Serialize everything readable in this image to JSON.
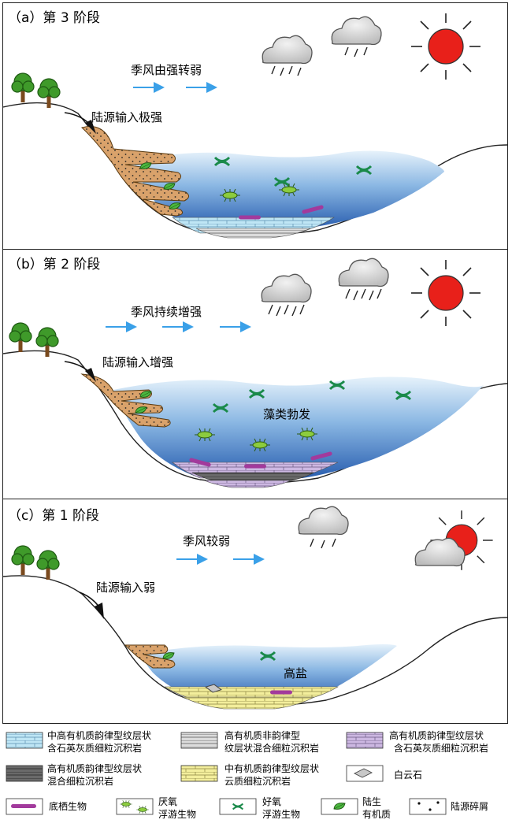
{
  "panels": [
    {
      "title": "（a）第 3 阶段",
      "monsoon": "季风由强转弱",
      "terrestrial": "陆源输入极强",
      "note": ""
    },
    {
      "title": "（b）第 2 阶段",
      "monsoon": "季风持续增强",
      "terrestrial": "陆源输入增强",
      "note": "藻类勃发"
    },
    {
      "title": "（c）第 1 阶段",
      "monsoon": "季风较弱",
      "terrestrial": "陆源输入弱",
      "note": "高盐"
    }
  ],
  "legend": [
    {
      "key": "legend-qtz-calc-rhythmic",
      "label1": "中高有机质韵律型纹层状",
      "label2": "含石英灰质细粒沉积岩",
      "color": "#bfe6f5"
    },
    {
      "key": "legend-mixed-nonrhythmic",
      "label1": "高有机质非韵律型",
      "label2": "纹层状混合细粒沉积岩",
      "color": "#d9d9d9"
    },
    {
      "key": "legend-qtz-calc-high",
      "label1": "高有机质韵律型纹层状",
      "label2": "含石英灰质细粒沉积岩",
      "color": "#c9b3df"
    },
    {
      "key": "legend-mixed-rhythmic",
      "label1": "高有机质韵律型纹层状",
      "label2": "混合细粒沉积岩",
      "color": "#666666"
    },
    {
      "key": "legend-dolomitic",
      "label1": "中有机质韵律型纹层状",
      "label2": "云质细粒沉积岩",
      "color": "#f3ef9e"
    },
    {
      "key": "legend-dolomite",
      "label1": "白云石",
      "label2": "",
      "color": "#bfbfbf"
    },
    {
      "key": "legend-benthic",
      "label1": "底栖生物",
      "label2": "",
      "color": "#a23a9c"
    },
    {
      "key": "legend-anaerobic",
      "label1": "厌氧",
      "label2": "浮游生物",
      "color": "#7fbf3f"
    },
    {
      "key": "legend-aerobic",
      "label1": "好氧",
      "label2": "浮游生物",
      "color": "#1a8a4a"
    },
    {
      "key": "legend-terrestrial-om",
      "label1": "陆生",
      "label2": "有机质",
      "color": "#5cb84a"
    },
    {
      "key": "legend-detritus",
      "label1": "陆源碎屑",
      "label2": "",
      "color": "#111111"
    }
  ],
  "colors": {
    "water_top": "#e8f3fb",
    "water_bottom": "#2f67b8",
    "sun": "#e8201a",
    "cloud": "#cfcfcf",
    "arrow": "#3aa0e8",
    "fan": "#d8a066"
  }
}
